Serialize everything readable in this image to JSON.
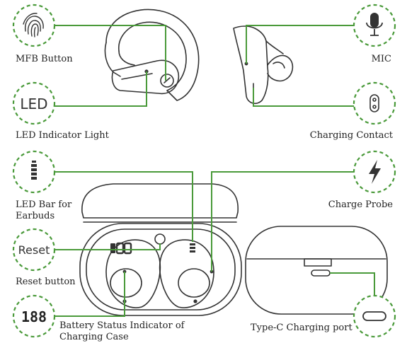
{
  "labels": {
    "mfb": "MFB Button",
    "mic": "MIC",
    "led_indicator": "LED Indicator Light",
    "charging_contact": "Charging Contact",
    "led_bar": "LED Bar for\nEarbuds",
    "charge_probe": "Charge Probe",
    "reset_button": "Reset button",
    "battery_status": "Battery Status Indicator of\nCharging Case",
    "typec_port": "Type-C Charging port"
  },
  "icon_text": {
    "led": "LED",
    "reset": "Reset",
    "digits": "188"
  },
  "colors": {
    "accent_green": "#4a9a3a",
    "line_dark": "#333333"
  },
  "icons": [
    "fingerprint-icon",
    "microphone-icon",
    "led-text-icon",
    "charging-contact-icon",
    "battery-bar-icon",
    "lightning-icon",
    "reset-text-icon",
    "digital-display-icon",
    "usb-c-port-icon"
  ]
}
